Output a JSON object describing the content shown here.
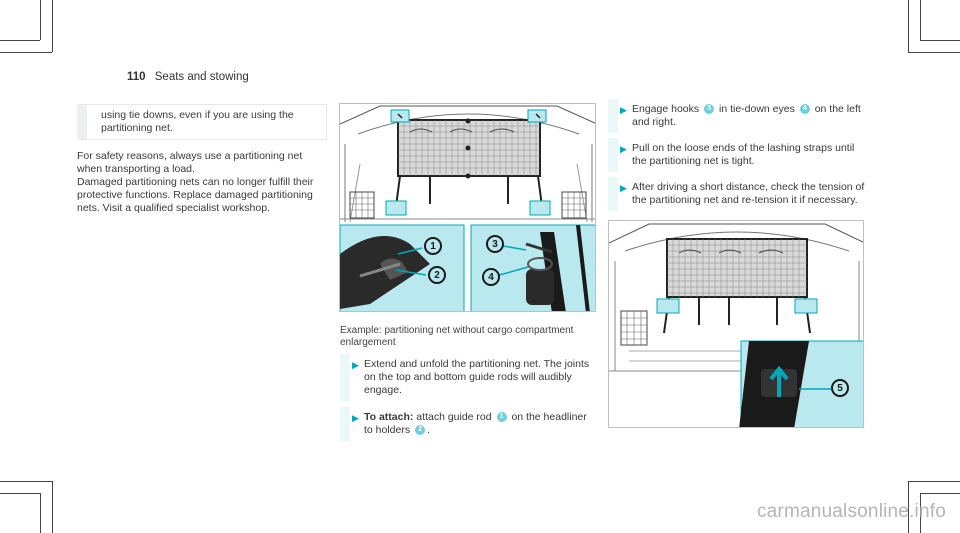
{
  "header": {
    "page_number": "110",
    "section": "Seats and stowing"
  },
  "column1": {
    "note_text": "using tie downs, even if you are using the partitioning net.",
    "para1": "For safety reasons, always use a partitioning net when transporting a load.",
    "para2": "Damaged partitioning nets can no longer fulfill their protective functions. Replace damaged partitioning nets. Visit a qualified specialist workshop."
  },
  "figure1": {
    "callouts": [
      "1",
      "2",
      "3",
      "4"
    ]
  },
  "caption": "Example: partitioning net without cargo compartment enlargement",
  "steps_col2": [
    {
      "text": "Extend and unfold the partitioning net. The joints on the top and bottom guide rods will audibly engage."
    },
    {
      "bold": "To attach:",
      "text_a": " attach guide rod ",
      "badge_a": "1",
      "text_b": " on the headliner to holders ",
      "badge_b": "2",
      "text_c": "."
    }
  ],
  "steps_col3": [
    {
      "text_a": "Engage hooks ",
      "badge_a": "3",
      "text_b": " in tie-down eyes ",
      "badge_b": "4",
      "text_c": " on the left and right."
    },
    {
      "text": "Pull on the loose ends of the lashing straps until the partitioning net is tight."
    },
    {
      "text": "After driving a short distance, check the tension of the partitioning net and re-tension it if necessary."
    }
  ],
  "figure2": {
    "callouts": [
      "5"
    ]
  },
  "watermark": "carmanualsonline.info",
  "colors": {
    "accent": "#00a9ba",
    "callout_fill": "#b9e9ee",
    "callout_dark": "#1a1a1a"
  }
}
